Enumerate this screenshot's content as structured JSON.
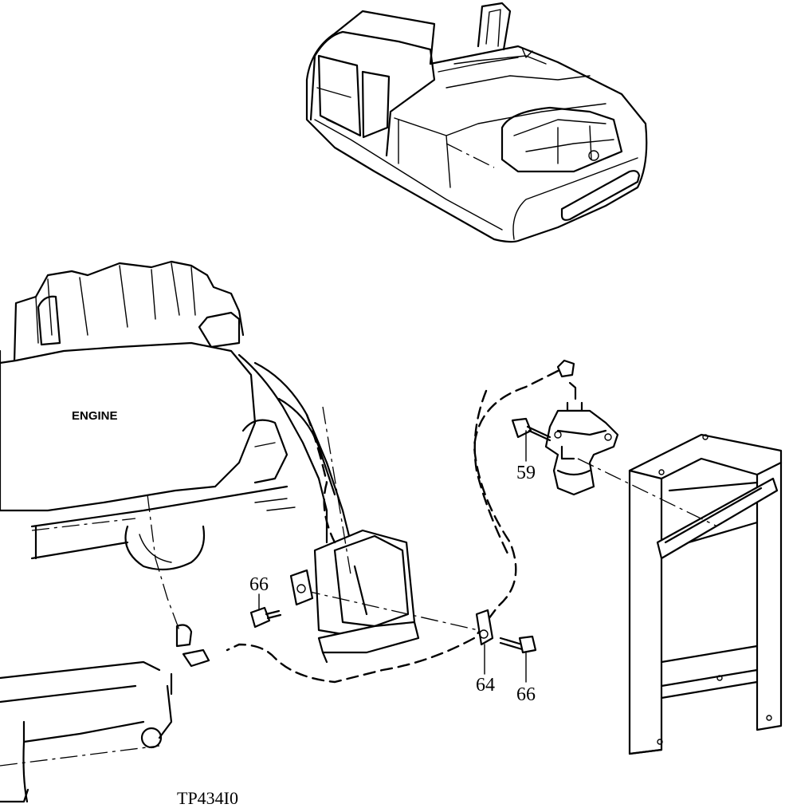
{
  "labels": {
    "engine": "ENGINE",
    "figure_id": "TP434I0"
  },
  "callouts": [
    {
      "id": "cap-screw-upper-left",
      "text": "66"
    },
    {
      "id": "filter-bolt",
      "text": "59"
    },
    {
      "id": "clamp",
      "text": "64"
    },
    {
      "id": "cap-screw-right",
      "text": "66"
    }
  ]
}
